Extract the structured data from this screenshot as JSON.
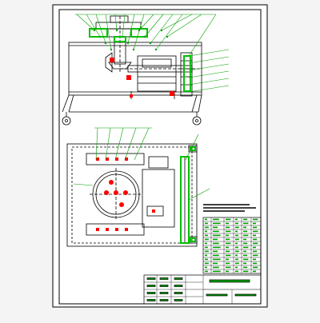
{
  "drawing": {
    "type": "mechanical assembly drawing",
    "views": [
      "front-elevation",
      "plan-view"
    ],
    "line_colors": {
      "outline": "#000000",
      "leader": "#00a000",
      "highlight": "#00c000",
      "marker": "#ff0000",
      "background": "#f4f4f4",
      "paper": "#ffffff"
    },
    "front_leader_count": 14,
    "side_leader_count": 6,
    "plan_leader_count": 5,
    "parts_list_rows": 14,
    "parts_list_columns": 6,
    "title_block_rows": 4
  }
}
